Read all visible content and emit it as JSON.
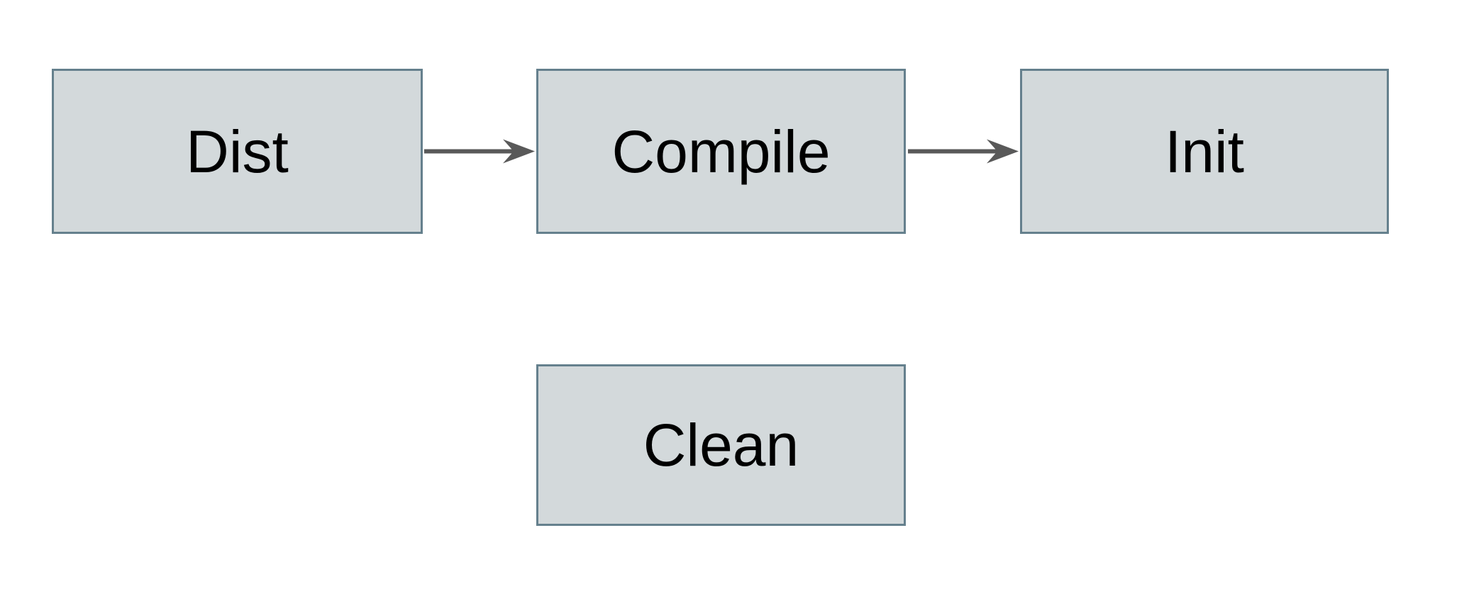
{
  "diagram": {
    "type": "flowchart",
    "nodes": [
      {
        "label": "Dist"
      },
      {
        "label": "Compile"
      },
      {
        "label": "Init"
      },
      {
        "label": "Clean"
      }
    ],
    "edges": [
      {
        "from": "Dist",
        "to": "Compile",
        "style": "arrow-right"
      },
      {
        "from": "Compile",
        "to": "Init",
        "style": "arrow-right"
      }
    ],
    "colors": {
      "background": "#ffffff",
      "node_fill": "#d3d9db",
      "node_border": "#65808d",
      "arrow": "#595959",
      "text": "#000000"
    }
  }
}
